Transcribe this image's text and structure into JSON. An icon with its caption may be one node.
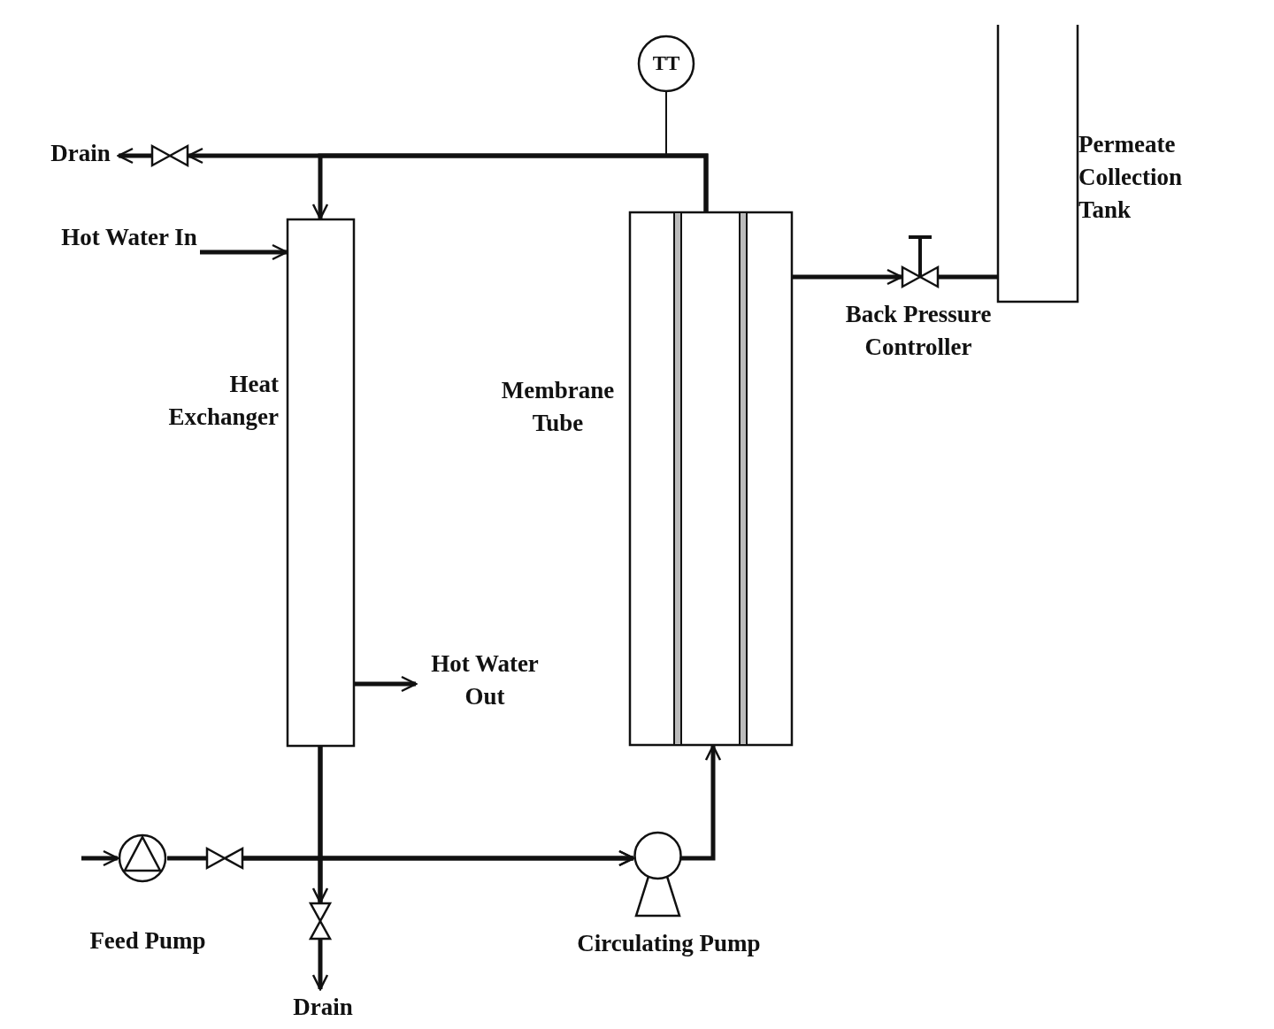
{
  "diagram": {
    "nodes": [
      {
        "text": [
          "TT"
        ]
      },
      {
        "text": [
          "Drain"
        ]
      },
      {
        "text": [],
        "shape": "valve"
      },
      {
        "text": [
          "Heat Exchanger"
        ]
      },
      {
        "text": [
          "Hot Water In"
        ]
      },
      {
        "text": [
          "Hot Water Out"
        ]
      },
      {
        "text": [
          "Membrane Tube"
        ]
      },
      {
        "text": [
          "Back Pressure Controller"
        ]
      },
      {
        "text": [
          "Permeate Collection Tank"
        ]
      },
      {
        "text": [
          "Feed Pump"
        ]
      },
      {
        "text": [],
        "shape": "valve"
      },
      {
        "text": [],
        "shape": "valve"
      },
      {
        "text": [
          "Drain"
        ]
      },
      {
        "text": [
          "Circulating Pump"
        ]
      }
    ],
    "edges": [
      {
        "from": 6,
        "to": 2,
        "arrow": "to"
      },
      {
        "from": 2,
        "to": 1,
        "arrow": "to"
      },
      {
        "from": 6,
        "to": 3,
        "arrow": "to"
      },
      {
        "from": 0,
        "to": null,
        "arrow": "none"
      },
      {
        "from": 4,
        "to": 3,
        "arrow": "to"
      },
      {
        "from": 3,
        "to": 5,
        "arrow": "to"
      },
      {
        "from": null,
        "to": 9,
        "arrow": "to"
      },
      {
        "from": 9,
        "to": 10,
        "arrow": "none"
      },
      {
        "from": 10,
        "to": 13,
        "arrow": "to"
      },
      {
        "from": 10,
        "to": 11,
        "arrow": "none"
      },
      {
        "from": 3,
        "to": 13,
        "arrow": "to"
      },
      {
        "from": 3,
        "to": 11,
        "arrow": "to"
      },
      {
        "from": 11,
        "to": 12,
        "arrow": "to"
      },
      {
        "from": 13,
        "to": 6,
        "arrow": "to"
      },
      {
        "from": 6,
        "to": 7,
        "arrow": "to"
      },
      {
        "from": 7,
        "to": 8,
        "arrow": "none"
      }
    ]
  }
}
